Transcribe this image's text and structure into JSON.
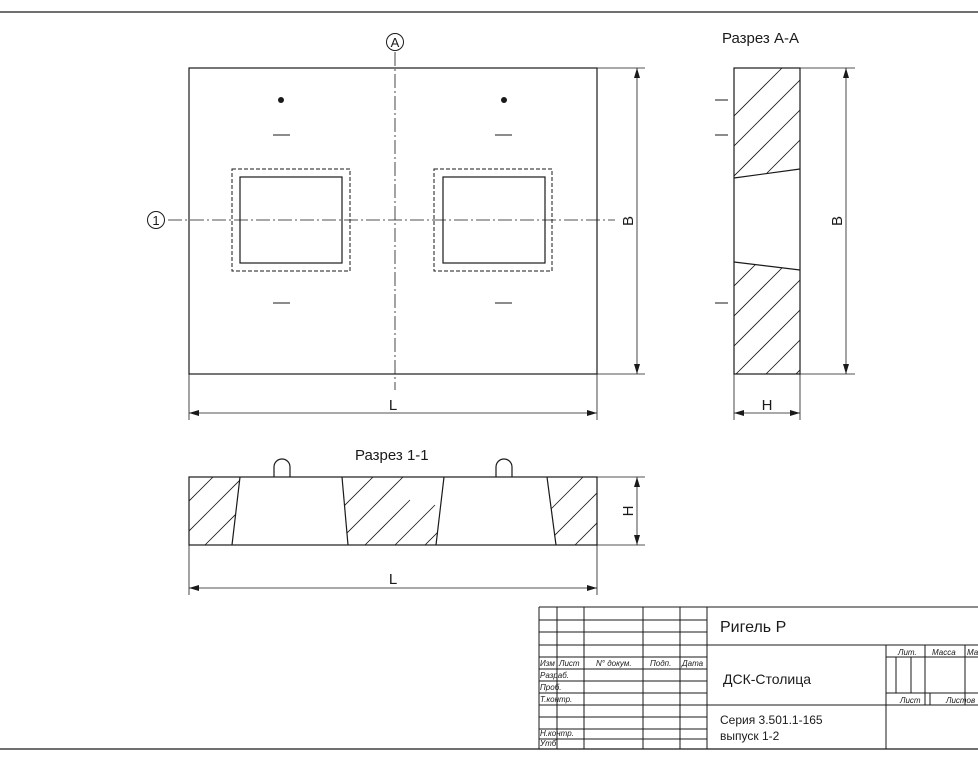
{
  "views": {
    "plan": {
      "axis_a_label": "A",
      "axis_1_label": "1",
      "dim_width_label": "B",
      "dim_length_label": "L"
    },
    "section_aa": {
      "title": "Разрез А-А",
      "dim_height_label": "B",
      "dim_thickness_label": "H"
    },
    "section_11": {
      "title": "Разрез 1-1",
      "dim_thickness_label": "H",
      "dim_length_label": "L"
    }
  },
  "title_block": {
    "columns": {
      "izm": "Изм",
      "list": "Лист",
      "doc": "N° докум.",
      "sign": "Подп.",
      "date": "Дата"
    },
    "roles": {
      "razrab": "Разраб.",
      "prov": "Проб.",
      "tkontr": "Т.контр.",
      "nkontr": "Н.контр.",
      "utv": "Утб."
    },
    "product_name": "Ригель Р",
    "organization": "ДСК-Столица",
    "series_line1": "Серия 3.501.1-165",
    "series_line2": "выпуск 1-2",
    "lit": "Лит.",
    "mass": "Масса",
    "scale": "Ма",
    "sheet": "Лист",
    "sheets": "Листов"
  }
}
